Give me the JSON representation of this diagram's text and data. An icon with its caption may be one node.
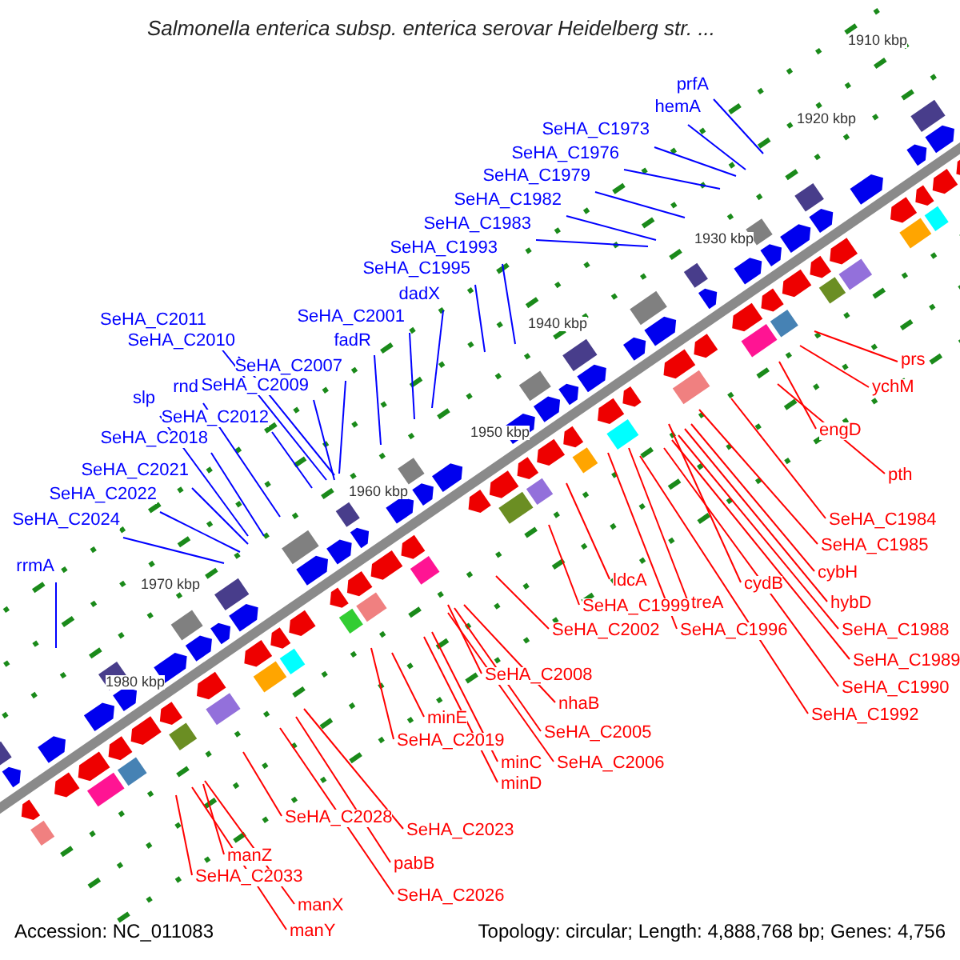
{
  "diagram": {
    "title": "Salmonella enterica subsp. enterica serovar Heidelberg str. ...",
    "nodes": [
      {
        "text": [
          "prfA"
        ]
      },
      {
        "text": [
          "hemA"
        ]
      },
      {
        "text": [
          "SeHA_C1973"
        ]
      },
      {
        "text": [
          "SeHA_C1976"
        ]
      },
      {
        "text": [
          "SeHA_C1979"
        ]
      },
      {
        "text": [
          "SeHA_C1982"
        ]
      },
      {
        "text": [
          "SeHA_C1983"
        ]
      },
      {
        "text": [
          "SeHA_C1993"
        ]
      },
      {
        "text": [
          "SeHA_C1995"
        ]
      },
      {
        "text": [
          "dadX"
        ]
      },
      {
        "text": [
          "SeHA_C2001"
        ]
      },
      {
        "text": [
          "fadR"
        ]
      },
      {
        "text": [
          "SeHA_C2007"
        ]
      },
      {
        "text": [
          "SeHA_C2011"
        ]
      },
      {
        "text": [
          "SeHA_C2010"
        ]
      },
      {
        "text": [
          "SeHA_C2009"
        ]
      },
      {
        "text": [
          "slp"
        ]
      },
      {
        "text": [
          "rnd"
        ]
      },
      {
        "text": [
          "SeHA_C2012"
        ]
      },
      {
        "text": [
          "SeHA_C2018"
        ]
      },
      {
        "text": [
          "SeHA_C2021"
        ]
      },
      {
        "text": [
          "SeHA_C2022"
        ]
      },
      {
        "text": [
          "SeHA_C2024"
        ]
      },
      {
        "text": [
          "rrmA"
        ]
      },
      {
        "text": [
          "prs"
        ]
      },
      {
        "text": [
          "ychM"
        ]
      },
      {
        "text": [
          "engD"
        ]
      },
      {
        "text": [
          "pth"
        ]
      },
      {
        "text": [
          "SeHA_C1984"
        ]
      },
      {
        "text": [
          "SeHA_C1985"
        ]
      },
      {
        "text": [
          "cybH"
        ]
      },
      {
        "text": [
          "hybD"
        ]
      },
      {
        "text": [
          "SeHA_C1988"
        ]
      },
      {
        "text": [
          "SeHA_C1989"
        ]
      },
      {
        "text": [
          "SeHA_C1990"
        ]
      },
      {
        "text": [
          "SeHA_C1992"
        ]
      },
      {
        "text": [
          "cydB"
        ]
      },
      {
        "text": [
          "treA"
        ]
      },
      {
        "text": [
          "SeHA_C1996"
        ]
      },
      {
        "text": [
          "ldcA"
        ]
      },
      {
        "text": [
          "SeHA_C1999"
        ]
      },
      {
        "text": [
          "SeHA_C2002"
        ]
      },
      {
        "text": [
          "SeHA_C2008"
        ]
      },
      {
        "text": [
          "nhaB"
        ]
      },
      {
        "text": [
          "SeHA_C2005"
        ]
      },
      {
        "text": [
          "SeHA_C2006"
        ]
      },
      {
        "text": [
          "minE"
        ]
      },
      {
        "text": [
          "SeHA_C2019"
        ]
      },
      {
        "text": [
          "minC"
        ]
      },
      {
        "text": [
          "minD"
        ]
      },
      {
        "text": [
          "SeHA_C2023"
        ]
      },
      {
        "text": [
          "SeHA_C2028"
        ]
      },
      {
        "text": [
          "pabB"
        ]
      },
      {
        "text": [
          "SeHA_C2026"
        ]
      },
      {
        "text": [
          "manZ"
        ]
      },
      {
        "text": [
          "SeHA_C2033"
        ]
      },
      {
        "text": [
          "manX"
        ]
      },
      {
        "text": [
          "manY"
        ]
      }
    ],
    "edges": [
      {
        "from": 0,
        "to": null,
        "arrow": "none",
        "color": "#0000ff"
      },
      {
        "from": 1,
        "to": null,
        "arrow": "none",
        "color": "#0000ff"
      },
      {
        "from": 2,
        "to": null,
        "arrow": "none",
        "color": "#0000ff"
      },
      {
        "from": 3,
        "to": null,
        "arrow": "none",
        "color": "#0000ff"
      },
      {
        "from": 4,
        "to": null,
        "arrow": "none",
        "color": "#0000ff"
      },
      {
        "from": 5,
        "to": null,
        "arrow": "none",
        "color": "#0000ff"
      },
      {
        "from": 6,
        "to": null,
        "arrow": "none",
        "color": "#0000ff"
      },
      {
        "from": 7,
        "to": null,
        "arrow": "none",
        "color": "#0000ff"
      },
      {
        "from": 8,
        "to": null,
        "arrow": "none",
        "color": "#0000ff"
      },
      {
        "from": 9,
        "to": null,
        "arrow": "none",
        "color": "#0000ff"
      },
      {
        "from": 10,
        "to": null,
        "arrow": "none",
        "color": "#0000ff"
      },
      {
        "from": 11,
        "to": null,
        "arrow": "none",
        "color": "#0000ff"
      },
      {
        "from": 12,
        "to": null,
        "arrow": "none",
        "color": "#0000ff"
      },
      {
        "from": 13,
        "to": null,
        "arrow": "none",
        "color": "#0000ff"
      },
      {
        "from": 14,
        "to": null,
        "arrow": "none",
        "color": "#0000ff"
      },
      {
        "from": 15,
        "to": null,
        "arrow": "none",
        "color": "#0000ff"
      },
      {
        "from": 16,
        "to": null,
        "arrow": "none",
        "color": "#0000ff"
      },
      {
        "from": 17,
        "to": null,
        "arrow": "none",
        "color": "#0000ff"
      },
      {
        "from": 18,
        "to": null,
        "arrow": "none",
        "color": "#0000ff"
      },
      {
        "from": 19,
        "to": null,
        "arrow": "none",
        "color": "#0000ff"
      },
      {
        "from": 20,
        "to": null,
        "arrow": "none",
        "color": "#0000ff"
      },
      {
        "from": 21,
        "to": null,
        "arrow": "none",
        "color": "#0000ff"
      },
      {
        "from": 22,
        "to": null,
        "arrow": "none",
        "color": "#0000ff"
      },
      {
        "from": 23,
        "to": null,
        "arrow": "none",
        "color": "#0000ff"
      },
      {
        "from": 24,
        "to": null,
        "arrow": "none"
      },
      {
        "from": 25,
        "to": null,
        "arrow": "none"
      },
      {
        "from": 26,
        "to": null,
        "arrow": "none"
      },
      {
        "from": 27,
        "to": null,
        "arrow": "none"
      },
      {
        "from": 28,
        "to": null,
        "arrow": "none"
      },
      {
        "from": 29,
        "to": null,
        "arrow": "none"
      },
      {
        "from": 30,
        "to": null,
        "arrow": "none"
      },
      {
        "from": 31,
        "to": null,
        "arrow": "none"
      },
      {
        "from": 32,
        "to": null,
        "arrow": "none"
      },
      {
        "from": 33,
        "to": null,
        "arrow": "none"
      },
      {
        "from": 34,
        "to": null,
        "arrow": "none"
      },
      {
        "from": 35,
        "to": null,
        "arrow": "none"
      },
      {
        "from": 36,
        "to": null,
        "arrow": "none"
      },
      {
        "from": 37,
        "to": null,
        "arrow": "none"
      },
      {
        "from": 38,
        "to": null,
        "arrow": "none"
      },
      {
        "from": 39,
        "to": null,
        "arrow": "none"
      },
      {
        "from": 40,
        "to": null,
        "arrow": "none"
      },
      {
        "from": 41,
        "to": null,
        "arrow": "none"
      },
      {
        "from": 42,
        "to": null,
        "arrow": "none"
      },
      {
        "from": 43,
        "to": null,
        "arrow": "none"
      },
      {
        "from": 44,
        "to": null,
        "arrow": "none"
      },
      {
        "from": 45,
        "to": null,
        "arrow": "none"
      },
      {
        "from": 46,
        "to": null,
        "arrow": "none"
      },
      {
        "from": 47,
        "to": null,
        "arrow": "none"
      },
      {
        "from": 48,
        "to": null,
        "arrow": "none"
      },
      {
        "from": 49,
        "to": null,
        "arrow": "none"
      },
      {
        "from": 50,
        "to": null,
        "arrow": "none"
      },
      {
        "from": 51,
        "to": null,
        "arrow": "none"
      },
      {
        "from": 52,
        "to": null,
        "arrow": "none"
      },
      {
        "from": 53,
        "to": null,
        "arrow": "none"
      },
      {
        "from": 54,
        "to": null,
        "arrow": "none"
      },
      {
        "from": 55,
        "to": null,
        "arrow": "none"
      },
      {
        "from": 56,
        "to": null,
        "arrow": "none"
      },
      {
        "from": 57,
        "to": null,
        "arrow": "none"
      }
    ],
    "labels": [
      "1910 kbp",
      "1920 kbp",
      "1930 kbp",
      "1940 kbp",
      "1950 kbp",
      "1960 kbp",
      "1970 kbp",
      "1980 kbp",
      "Accession: NC_011083",
      "Topology: circular; Length: 4,888,768 bp; Genes: 4,756"
    ]
  }
}
